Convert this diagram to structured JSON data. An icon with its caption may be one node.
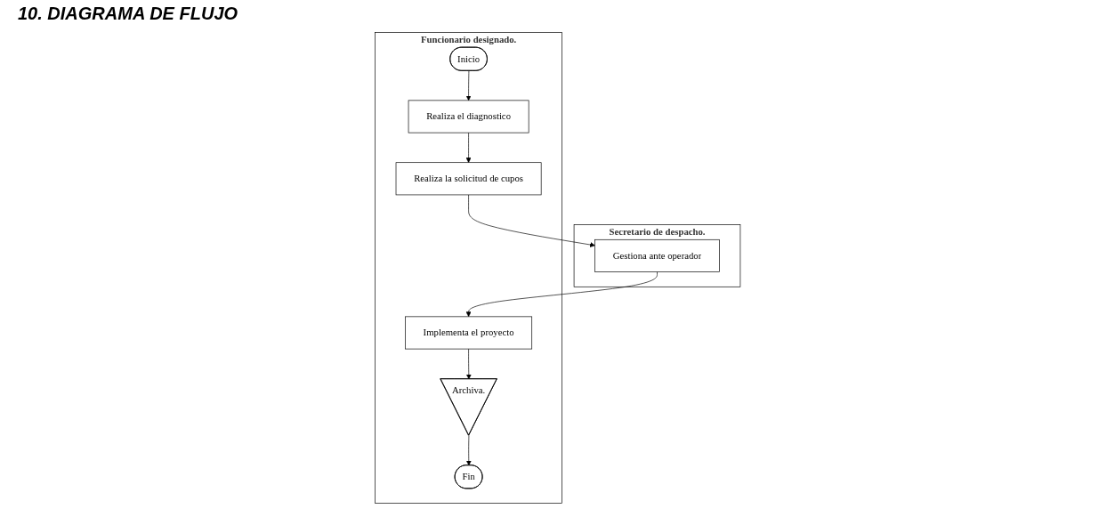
{
  "diagram": {
    "title": "10. DIAGRAMA DE FLUJO",
    "nodes": [
      {
        "text": [
          "Secretario de despacho."
        ]
      },
      {
        "text": [
          "Funcionario designado."
        ]
      },
      {
        "text": [
          "Inicio"
        ],
        "in": 1
      },
      {
        "text": [
          "Realiza el diagnostico"
        ],
        "in": 1
      },
      {
        "text": [
          "Gestiona ante operador"
        ],
        "in": 0
      },
      {
        "text": [
          "Realiza la solicitud de cupos"
        ],
        "in": 1
      },
      {
        "text": [
          "Implementa el proyecto"
        ],
        "in": 1
      },
      {
        "text": [
          "Archiva."
        ],
        "in": 1
      },
      {
        "text": [
          "Fin"
        ],
        "in": 1
      }
    ],
    "edges": [
      {
        "from": 2,
        "to": 3,
        "arrow": "to"
      },
      {
        "from": 3,
        "to": 5,
        "arrow": "to"
      },
      {
        "from": 5,
        "to": 4,
        "arrow": "to"
      },
      {
        "from": 4,
        "to": 6,
        "arrow": "to"
      },
      {
        "from": 6,
        "to": 7,
        "arrow": "to"
      },
      {
        "from": 7,
        "to": 8,
        "arrow": "to"
      }
    ]
  }
}
